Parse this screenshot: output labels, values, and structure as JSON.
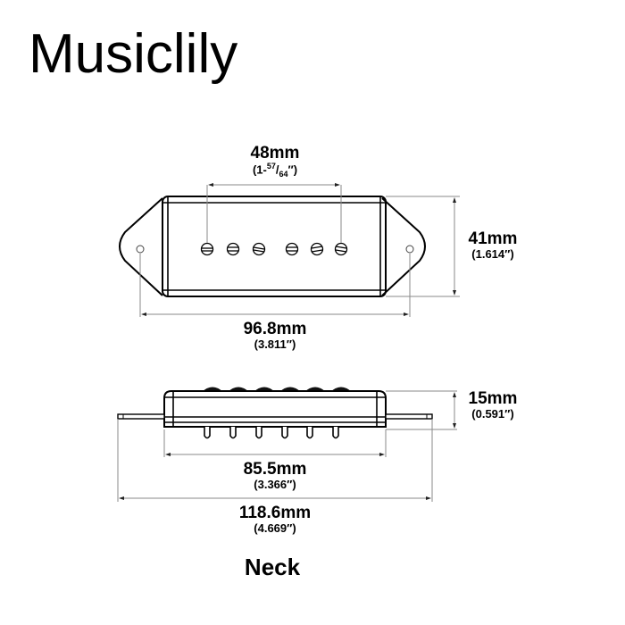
{
  "brand": "Musiclily",
  "top_view": {
    "pole_spacing": {
      "mm": "48mm",
      "inch_prefix": "(1-",
      "inch_num": "57",
      "inch_sep": "/",
      "inch_den": "64",
      "inch_suffix": "″)"
    },
    "width": {
      "mm": "41mm",
      "inch": "(1.614″)"
    },
    "mounting_hole_spacing": {
      "mm": "96.8mm",
      "inch": "(3.811″)"
    },
    "pole_count": 6
  },
  "side_view": {
    "height": {
      "mm": "15mm",
      "inch": "(0.591″)"
    },
    "body_length": {
      "mm": "85.5mm",
      "inch": "(3.366″)"
    },
    "overall_length": {
      "mm": "118.6mm",
      "inch": "(4.669″)"
    }
  },
  "position_label": "Neck",
  "colors": {
    "line": "#000000",
    "dimension_line": "#8a8a8a",
    "background": "#ffffff"
  }
}
